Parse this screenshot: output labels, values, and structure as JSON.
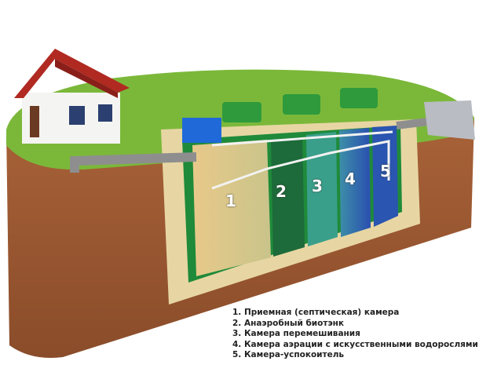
{
  "labels": [
    "1",
    "2",
    "3",
    "4",
    "5"
  ],
  "legend": [
    "1. Приемная (септическая) камера",
    "2. Анаэробный биотэнк",
    "3. Камера перемешивания",
    "4. Камера аэрации с искусственными водорослями",
    "5. Камера-успокоитель"
  ],
  "colors": {
    "grass": "#7bb83a",
    "soil": "#9a5a33",
    "lid": "#2e9a3c",
    "tank_wall": "#1f8a3a",
    "water_blue": "#2f6fb8",
    "sand": "#e7d6a3"
  }
}
